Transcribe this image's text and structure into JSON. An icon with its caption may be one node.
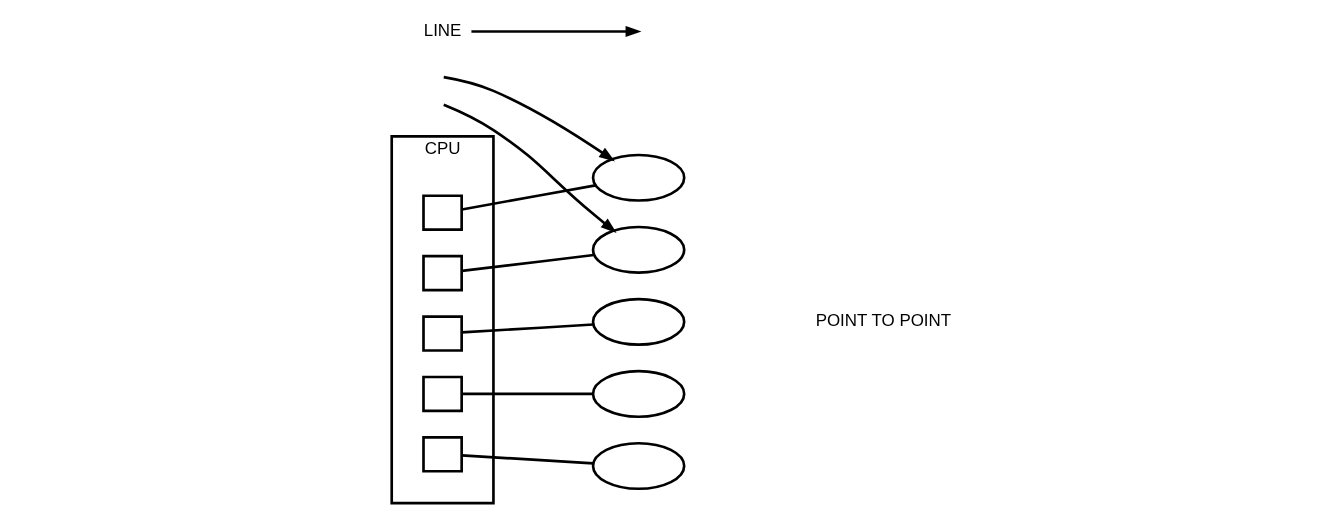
{
  "diagram": {
    "nodes": [
      {
        "text": [
          "CPU"
        ]
      },
      {
        "text": [],
        "shape": "box",
        "in": 0
      },
      {
        "text": [],
        "shape": "box",
        "in": 0
      },
      {
        "text": [],
        "shape": "box",
        "in": 0
      },
      {
        "text": [],
        "shape": "box",
        "in": 0
      },
      {
        "text": [],
        "shape": "box",
        "in": 0
      },
      {
        "text": [],
        "shape": "ellipse"
      },
      {
        "text": [],
        "shape": "ellipse"
      },
      {
        "text": [],
        "shape": "ellipse"
      },
      {
        "text": [],
        "shape": "ellipse"
      },
      {
        "text": [],
        "shape": "ellipse"
      },
      {
        "text": [
          "LINE"
        ]
      }
    ],
    "edges": [
      {
        "from": 1,
        "to": 6,
        "arrow": "none"
      },
      {
        "from": 2,
        "to": 7,
        "arrow": "none"
      },
      {
        "from": 3,
        "to": 8,
        "arrow": "none"
      },
      {
        "from": 4,
        "to": 9,
        "arrow": "none"
      },
      {
        "from": 5,
        "to": 10,
        "arrow": "none"
      },
      {
        "from": 11,
        "to": null,
        "arrow": "to"
      },
      {
        "from": null,
        "to": 6,
        "arrow": "to"
      },
      {
        "from": null,
        "to": 7,
        "arrow": "to"
      }
    ],
    "labels": [
      "POINT TO POINT"
    ]
  }
}
